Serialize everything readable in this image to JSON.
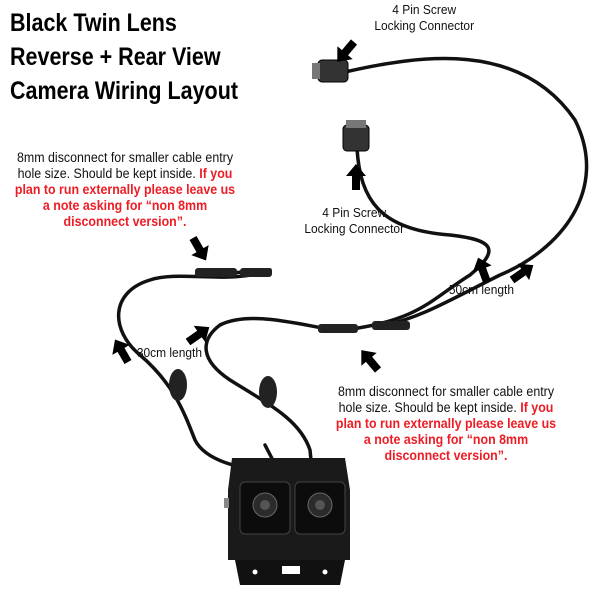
{
  "title": {
    "lines": [
      "Black Twin Lens",
      "Reverse + Rear View",
      "Camera Wiring Layout"
    ]
  },
  "labels": {
    "top_connector": [
      "4 Pin Screw",
      "Locking Connector"
    ],
    "middle_connector": [
      "4 Pin Screw",
      "Locking Connector"
    ],
    "length_50": "50cm length",
    "length_30": "30cm length"
  },
  "notes": {
    "left": {
      "normal": "8mm disconnect for smaller cable entry hole size. Should be kept inside.",
      "red": "If you plan to run externally please leave us a note asking for “non 8mm disconnect version”."
    },
    "right": {
      "normal": "8mm disconnect for smaller cable entry hole size. Should be kept inside.",
      "red": "If you plan to run externally please leave us a note asking for “non 8mm disconnect version”."
    }
  },
  "colors": {
    "text_red": "#ee1c25",
    "cable": "#111111"
  }
}
